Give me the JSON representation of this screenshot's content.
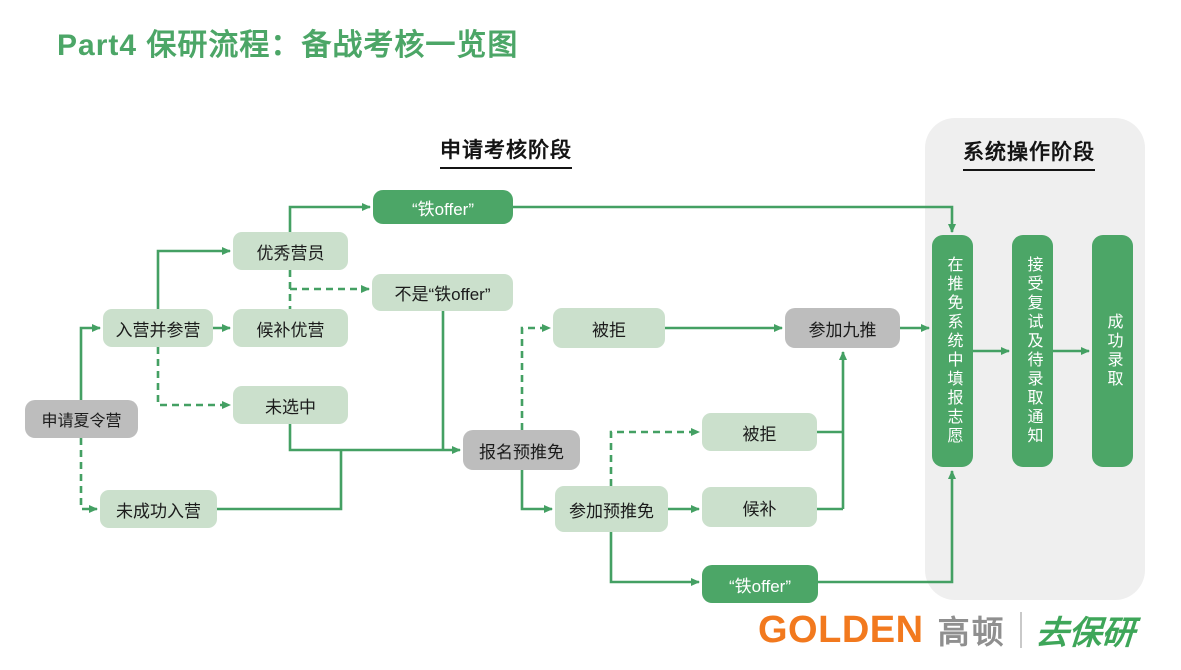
{
  "title": "Part4 保研流程：备战考核一览图",
  "stages": {
    "application": "申请考核阶段",
    "system": "系统操作阶段"
  },
  "nodes": [
    {
      "id": "apply-summer-camp",
      "label": "申请夏令营",
      "type": "gray"
    },
    {
      "id": "enter-camp",
      "label": "入营并参营",
      "type": "light"
    },
    {
      "id": "excellent-camper",
      "label": "优秀营员",
      "type": "light"
    },
    {
      "id": "waitlist-excellent",
      "label": "候补优营",
      "type": "light"
    },
    {
      "id": "not-selected",
      "label": "未选中",
      "type": "light"
    },
    {
      "id": "camp-failed",
      "label": "未成功入营",
      "type": "light"
    },
    {
      "id": "iron-offer-top",
      "label": "“铁offer”",
      "type": "dark"
    },
    {
      "id": "not-iron-offer",
      "label": "不是“铁offer”",
      "type": "light"
    },
    {
      "id": "rejected-1",
      "label": "被拒",
      "type": "light"
    },
    {
      "id": "register-pretuimian",
      "label": "报名预推免",
      "type": "gray"
    },
    {
      "id": "attend-pretuimian",
      "label": "参加预推免",
      "type": "light"
    },
    {
      "id": "rejected-2",
      "label": "被拒",
      "type": "light"
    },
    {
      "id": "waitlist",
      "label": "候补",
      "type": "light"
    },
    {
      "id": "iron-offer-bottom",
      "label": "“铁offer”",
      "type": "dark"
    },
    {
      "id": "september-tuimian",
      "label": "参加九推",
      "type": "gray"
    }
  ],
  "system_steps": [
    {
      "label": "在推免系统中填报志愿"
    },
    {
      "label": "接受复试及待录取通知"
    },
    {
      "label": "成功录取"
    }
  ],
  "footer": {
    "golden": "GOLDEN",
    "gaodun": "高顿",
    "qubaoyan": "去保研"
  },
  "colors": {
    "accent_green": "#4CA667",
    "light_green_fill": "#CBE0CC",
    "gray_box": "#BDBDBD",
    "panel_gray": "#EFEFEF",
    "line_green": "#44A063",
    "logo_orange": "#F2791E",
    "logo_gray": "#8F8F8F",
    "logo_green": "#3EA659"
  }
}
